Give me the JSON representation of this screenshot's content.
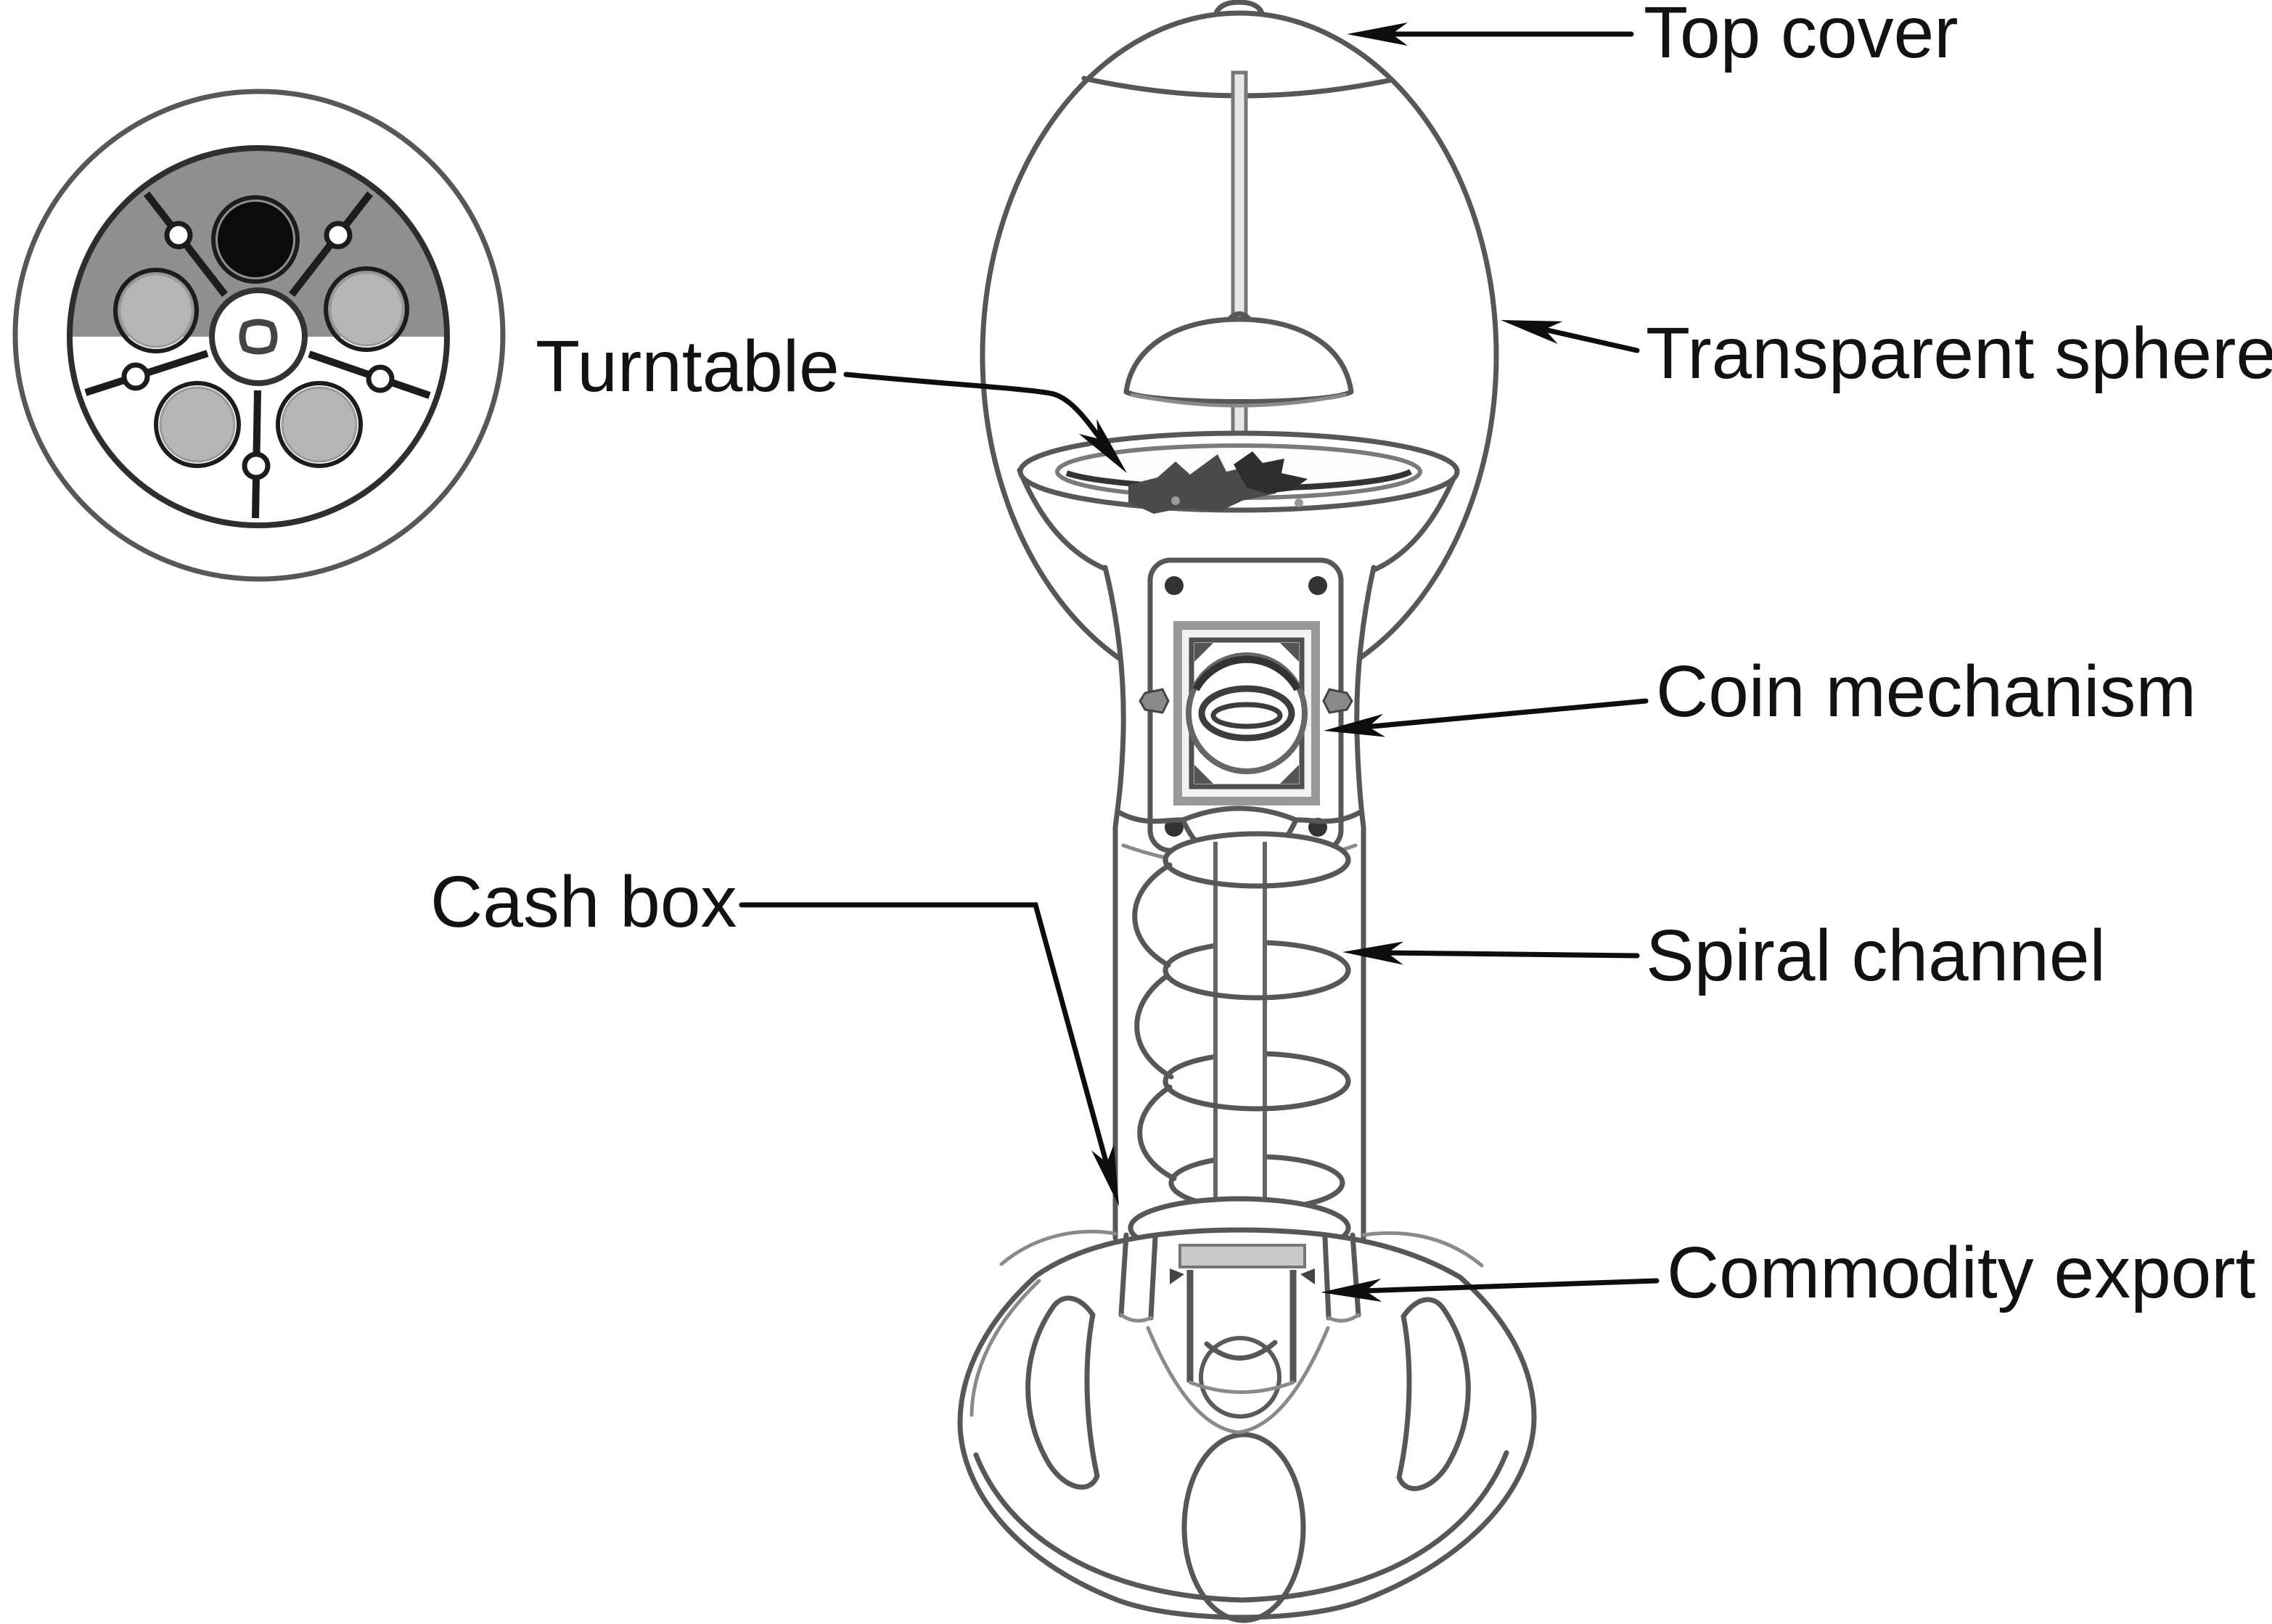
{
  "figure": {
    "title": "Gumball vending machine cutaway diagram",
    "background": "#ffffff",
    "outline_color": "#575757",
    "label_color": "#121212",
    "arrow_color": "#0d0d0d",
    "inset_shading_gray": "#8f8f8f",
    "ball_light_gray": "#b6b6b6",
    "ball_black": "#0b0b0b"
  },
  "labels": {
    "top_cover": "Top cover",
    "transparent_sphere": "Transparent sphere",
    "turntable": "Turntable",
    "coin_mechanism": "Coin mechanism",
    "cash_box": "Cash box",
    "spiral_channel": "Spiral channel",
    "commodity_export": "Commodity export"
  },
  "inset": {
    "description": "Top view of the turntable: five ball pockets around a central hub, one black ball and four gray balls, upper half shaded"
  }
}
